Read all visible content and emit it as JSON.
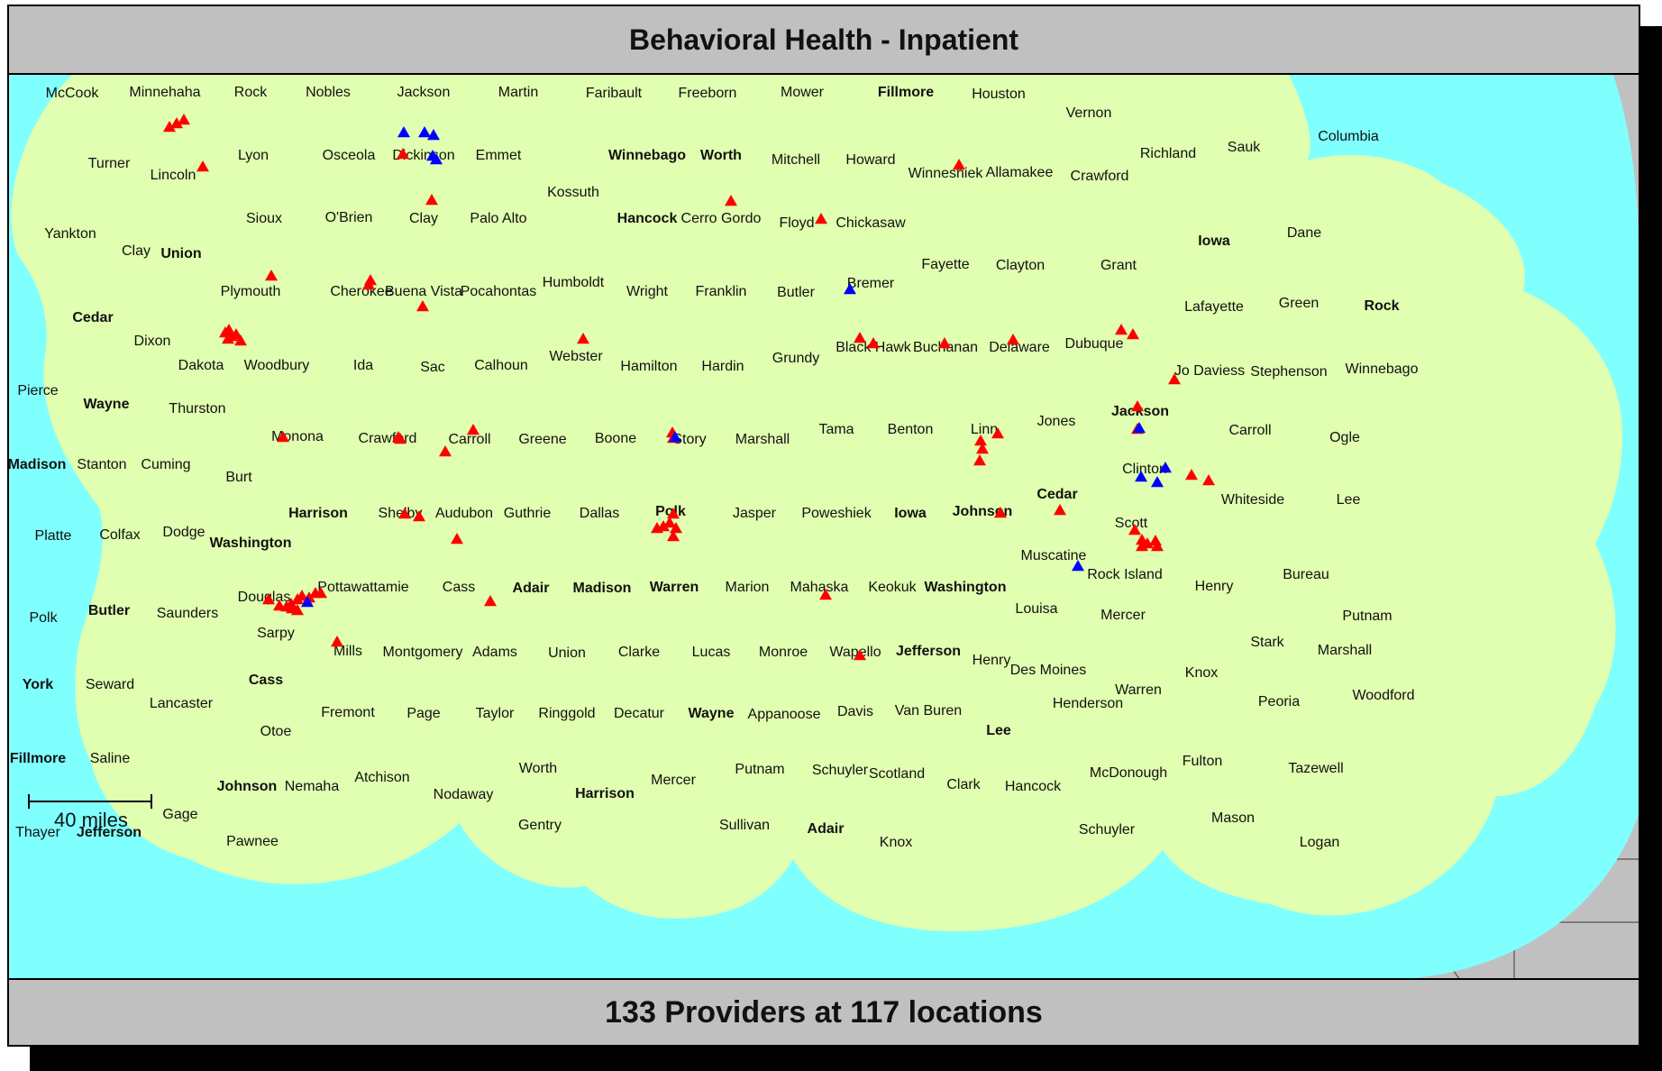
{
  "title": "Behavioral Health - Inpatient",
  "footer": "133 Providers at 117 locations",
  "scale_label": "40 miles",
  "colors": {
    "outer_region": "#c0c0c0",
    "buffer_zone": "#80ffff",
    "service_area": "#e0ffb0",
    "provider_red": "#ff0000",
    "provider_blue": "#0000ff"
  },
  "marker_legend": {
    "red": "provider-marker-red",
    "blue": "provider-marker-blue"
  },
  "labels": [
    {
      "t": "McCook"
    },
    {
      "t": "Minnehaha"
    },
    {
      "t": "Rock"
    },
    {
      "t": "Nobles"
    },
    {
      "t": "Jackson"
    },
    {
      "t": "Martin"
    },
    {
      "t": "Faribault"
    },
    {
      "t": "Freeborn"
    },
    {
      "t": "Mower"
    },
    {
      "t": "Fillmore",
      "b": 1
    },
    {
      "t": "Houston"
    },
    {
      "t": "Vernon"
    },
    {
      "t": "Columbia"
    },
    {
      "t": "Richland"
    },
    {
      "t": "Sauk"
    },
    {
      "t": "Turner"
    },
    {
      "t": "Lyon"
    },
    {
      "t": "Osceola"
    },
    {
      "t": "Dickinson"
    },
    {
      "t": "Emmet"
    },
    {
      "t": "Winnebago",
      "b": 1
    },
    {
      "t": "Worth",
      "b": 1
    },
    {
      "t": "Mitchell"
    },
    {
      "t": "Howard"
    },
    {
      "t": "Winneshiek"
    },
    {
      "t": "Allamakee"
    },
    {
      "t": "Crawford"
    },
    {
      "t": "Lincoln"
    },
    {
      "t": "Kossuth"
    },
    {
      "t": "Sioux"
    },
    {
      "t": "O'Brien"
    },
    {
      "t": "Clay"
    },
    {
      "t": "Palo Alto"
    },
    {
      "t": "Hancock",
      "b": 1
    },
    {
      "t": "Cerro Gordo"
    },
    {
      "t": "Floyd"
    },
    {
      "t": "Chickasaw"
    },
    {
      "t": "Yankton"
    },
    {
      "t": "Iowa",
      "b": 1
    },
    {
      "t": "Dane"
    },
    {
      "t": "Clay"
    },
    {
      "t": "Union",
      "b": 1
    },
    {
      "t": "Fayette"
    },
    {
      "t": "Clayton"
    },
    {
      "t": "Grant"
    },
    {
      "t": "Humboldt"
    },
    {
      "t": "Bremer"
    },
    {
      "t": "Plymouth"
    },
    {
      "t": "Cherokee"
    },
    {
      "t": "Buena Vista"
    },
    {
      "t": "Pocahontas"
    },
    {
      "t": "Wright"
    },
    {
      "t": "Franklin"
    },
    {
      "t": "Butler"
    },
    {
      "t": "Lafayette"
    },
    {
      "t": "Green"
    },
    {
      "t": "Rock",
      "b": 1
    },
    {
      "t": "Cedar",
      "b": 1
    },
    {
      "t": "Dixon"
    },
    {
      "t": "Black Hawk"
    },
    {
      "t": "Buchanan"
    },
    {
      "t": "Delaware"
    },
    {
      "t": "Dubuque"
    },
    {
      "t": "Dakota"
    },
    {
      "t": "Woodbury"
    },
    {
      "t": "Ida"
    },
    {
      "t": "Sac"
    },
    {
      "t": "Calhoun"
    },
    {
      "t": "Webster"
    },
    {
      "t": "Hamilton"
    },
    {
      "t": "Hardin"
    },
    {
      "t": "Grundy"
    },
    {
      "t": "Jo Daviess"
    },
    {
      "t": "Stephenson"
    },
    {
      "t": "Winnebago"
    },
    {
      "t": "Pierce"
    },
    {
      "t": "Wayne",
      "b": 1
    },
    {
      "t": "Thurston"
    },
    {
      "t": "Jackson",
      "b": 1
    },
    {
      "t": "Jones"
    },
    {
      "t": "Tama"
    },
    {
      "t": "Benton"
    },
    {
      "t": "Linn"
    },
    {
      "t": "Carroll"
    },
    {
      "t": "Ogle"
    },
    {
      "t": "Monona"
    },
    {
      "t": "Crawford"
    },
    {
      "t": "Carroll"
    },
    {
      "t": "Greene"
    },
    {
      "t": "Boone"
    },
    {
      "t": "Story"
    },
    {
      "t": "Marshall"
    },
    {
      "t": "Madison",
      "b": 1
    },
    {
      "t": "Stanton"
    },
    {
      "t": "Cuming"
    },
    {
      "t": "Burt"
    },
    {
      "t": "Clinton"
    },
    {
      "t": "Cedar",
      "b": 1
    },
    {
      "t": "Whiteside"
    },
    {
      "t": "Lee"
    },
    {
      "t": "Harrison",
      "b": 1
    },
    {
      "t": "Shelby"
    },
    {
      "t": "Audubon"
    },
    {
      "t": "Guthrie"
    },
    {
      "t": "Dallas"
    },
    {
      "t": "Polk",
      "b": 1
    },
    {
      "t": "Jasper"
    },
    {
      "t": "Poweshiek"
    },
    {
      "t": "Iowa",
      "b": 1
    },
    {
      "t": "Johnson",
      "b": 1
    },
    {
      "t": "Platte"
    },
    {
      "t": "Colfax"
    },
    {
      "t": "Dodge"
    },
    {
      "t": "Washington",
      "b": 1
    },
    {
      "t": "Scott"
    },
    {
      "t": "Muscatine"
    },
    {
      "t": "Rock Island"
    },
    {
      "t": "Bureau"
    },
    {
      "t": "Pottawattamie"
    },
    {
      "t": "Cass"
    },
    {
      "t": "Adair",
      "b": 1
    },
    {
      "t": "Madison",
      "b": 1
    },
    {
      "t": "Warren",
      "b": 1
    },
    {
      "t": "Marion"
    },
    {
      "t": "Mahaska"
    },
    {
      "t": "Keokuk"
    },
    {
      "t": "Washington",
      "b": 1
    },
    {
      "t": "Henry"
    },
    {
      "t": "Douglas"
    },
    {
      "t": "Butler",
      "b": 1
    },
    {
      "t": "Saunders"
    },
    {
      "t": "Louisa"
    },
    {
      "t": "Mercer"
    },
    {
      "t": "Putnam"
    },
    {
      "t": "Polk"
    },
    {
      "t": "Sarpy"
    },
    {
      "t": "Stark"
    },
    {
      "t": "Mills"
    },
    {
      "t": "Montgomery"
    },
    {
      "t": "Adams"
    },
    {
      "t": "Union"
    },
    {
      "t": "Clarke"
    },
    {
      "t": "Lucas"
    },
    {
      "t": "Monroe"
    },
    {
      "t": "Wapello"
    },
    {
      "t": "Jefferson",
      "b": 1
    },
    {
      "t": "Marshall"
    },
    {
      "t": "Henry"
    },
    {
      "t": "Des Moines"
    },
    {
      "t": "Knox"
    },
    {
      "t": "York",
      "b": 1
    },
    {
      "t": "Seward"
    },
    {
      "t": "Cass",
      "b": 1
    },
    {
      "t": "Woodford"
    },
    {
      "t": "Warren"
    },
    {
      "t": "Lancaster"
    },
    {
      "t": "Henderson"
    },
    {
      "t": "Peoria"
    },
    {
      "t": "Fremont"
    },
    {
      "t": "Page"
    },
    {
      "t": "Taylor"
    },
    {
      "t": "Ringgold"
    },
    {
      "t": "Decatur"
    },
    {
      "t": "Wayne",
      "b": 1
    },
    {
      "t": "Appanoose"
    },
    {
      "t": "Davis"
    },
    {
      "t": "Van Buren"
    },
    {
      "t": "Otoe"
    },
    {
      "t": "Lee",
      "b": 1
    },
    {
      "t": "Fillmore",
      "b": 1
    },
    {
      "t": "Saline"
    },
    {
      "t": "Fulton"
    },
    {
      "t": "Worth"
    },
    {
      "t": "Tazewell"
    },
    {
      "t": "Putnam"
    },
    {
      "t": "Schuyler"
    },
    {
      "t": "Scotland"
    },
    {
      "t": "McDonough"
    },
    {
      "t": "Atchison"
    },
    {
      "t": "Mercer"
    },
    {
      "t": "Johnson",
      "b": 1
    },
    {
      "t": "Nemaha"
    },
    {
      "t": "Clark"
    },
    {
      "t": "Hancock"
    },
    {
      "t": "Nodaway"
    },
    {
      "t": "Harrison",
      "b": 1
    },
    {
      "t": "Gage"
    },
    {
      "t": "Mason"
    },
    {
      "t": "Gentry"
    },
    {
      "t": "Sullivan"
    },
    {
      "t": "Adair",
      "b": 1
    },
    {
      "t": "Schuyler"
    },
    {
      "t": "Thayer"
    },
    {
      "t": "Jefferson",
      "b": 1
    },
    {
      "t": "Logan"
    },
    {
      "t": "Pawnee"
    },
    {
      "t": "Knox"
    }
  ]
}
